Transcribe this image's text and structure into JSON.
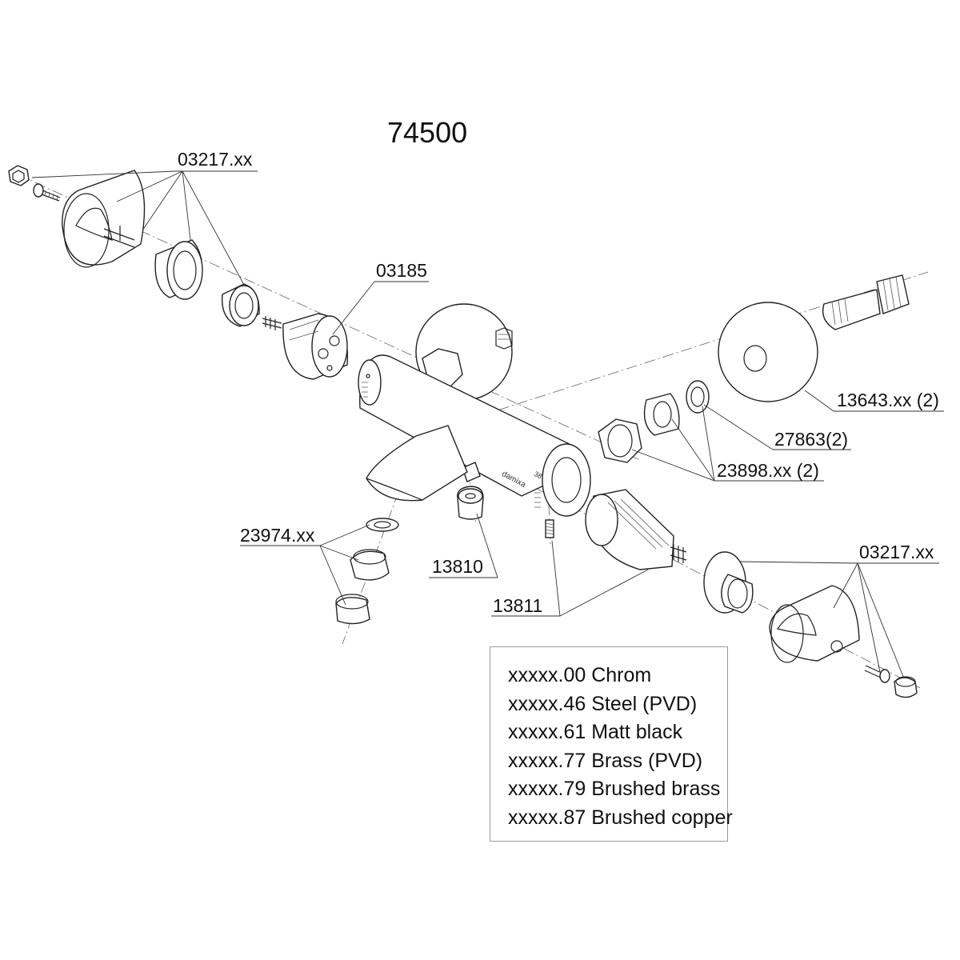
{
  "model": "74500",
  "labels": {
    "handle_left": "03217.xx",
    "cartridge": "03185",
    "wall_cover": "13643.xx (2)",
    "filter": "27863(2)",
    "connector": "23898.xx (2)",
    "aerator": "23974.xx",
    "part_13810": "13810",
    "part_13811": "13811",
    "handle_right": "03217.xx"
  },
  "engraving": {
    "brand": "damixa",
    "temp": "38"
  },
  "legend": [
    "xxxxx.00 Chrom",
    "xxxxx.46 Steel (PVD)",
    "xxxxx.61 Matt black",
    "xxxxx.77 Brass (PVD)",
    "xxxxx.79 Brushed brass",
    "xxxxx.87 Brushed copper"
  ]
}
